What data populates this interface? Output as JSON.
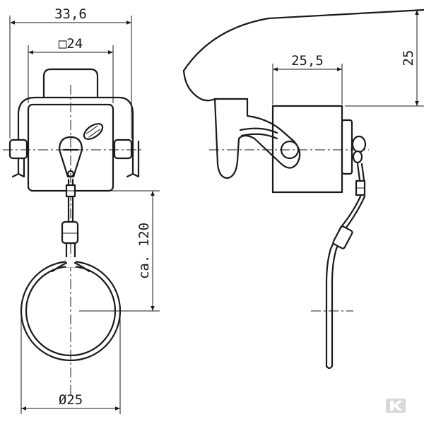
{
  "dimensions": {
    "overall_width": "33,6",
    "square_size": "□24",
    "side_height": "25",
    "side_depth": "25,5",
    "cable_length": "ca. 120",
    "ring_diameter": "Ø25"
  },
  "watermark": {
    "icon": "k-logo-watermark",
    "color": "#d8d8d8"
  }
}
